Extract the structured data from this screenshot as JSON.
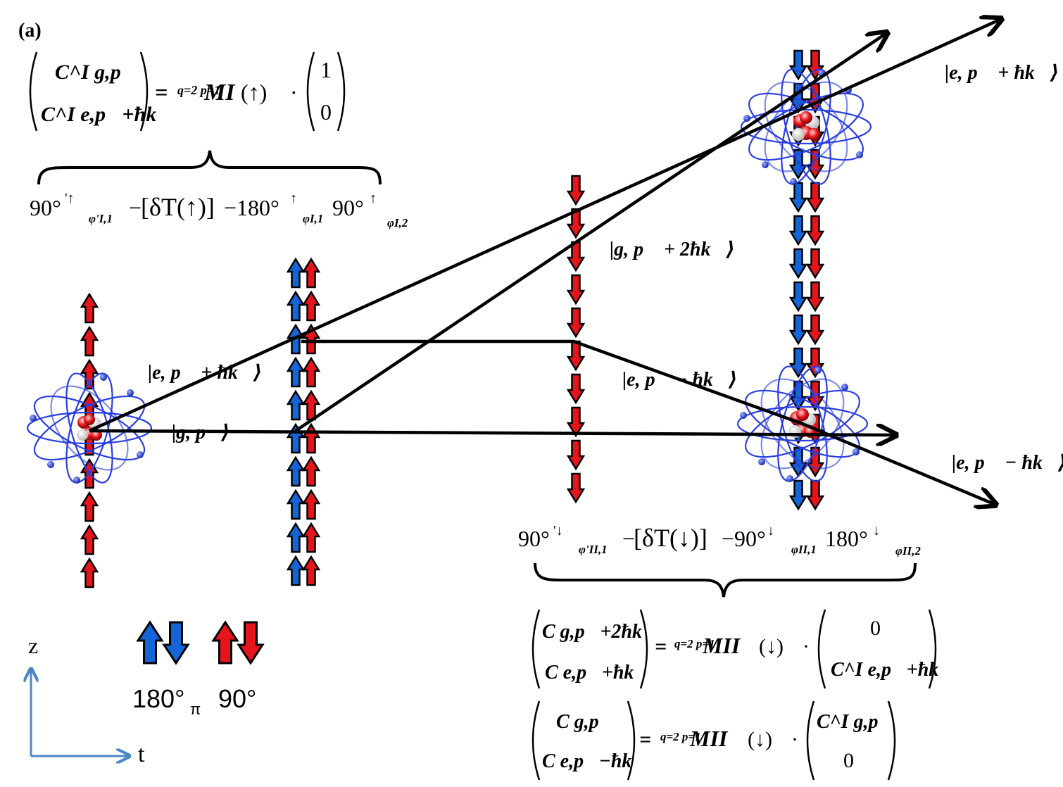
{
  "panel_label": "(a)",
  "colors": {
    "blue": "#1565d8",
    "red": "#e8141c",
    "orbit": "#2a3ee0",
    "axis": "#4a86c6",
    "line": "#000000"
  },
  "states": {
    "e_p_plus_hk": "|e, p⃗ + ħk⃗⟩",
    "g_p": "|g, p⃗⟩",
    "g_p_plus_2hk": "|g, p⃗ + 2ħk⃗⟩",
    "e_p_minus_hk": "|e, p⃗ − ħk⃗⟩"
  },
  "equation_I": {
    "lhs_top": "C^I g,p⃗",
    "lhs_bottom": "C^I e,p⃗+ħk⃗",
    "eq": "=",
    "product": "q=2 p=1",
    "operator": "MI",
    "spin": "(↑)",
    "dot": "·",
    "vec_top": "1",
    "vec_bottom": "0"
  },
  "sequence_I": {
    "a": "90°",
    "a_sup": "'↑",
    "a_sub": "φ'I,1",
    "dash": "−",
    "delay": "[δT(↑)]",
    "b": "−180°",
    "b_sup": "↑",
    "b_sub": "φI,1",
    "c": "90°",
    "c_sup": "↑",
    "c_sub": "φI,2"
  },
  "sequence_II": {
    "a": "90°",
    "a_sup": "'↓",
    "a_sub": "φ'II,1",
    "dash": "−",
    "delay": "[δT(↓)]",
    "b": "−90°",
    "b_sup": "↓",
    "b_sub": "φII,1",
    "c": "180°",
    "c_sup": "↓",
    "c_sub": "φII,2"
  },
  "equation_II_a": {
    "lhs_top": "C g,p⃗+2ħk⃗",
    "lhs_bottom": "C e,p⃗+ħk⃗",
    "eq": "=",
    "product": "q=2 p=1",
    "operator": "MII",
    "spin": "(↓)",
    "dot": "·",
    "vec_top": "0",
    "vec_bottom": "C^I e,p⃗+ħk⃗"
  },
  "equation_II_b": {
    "lhs_top": "C g,p⃗",
    "lhs_bottom": "C e,p⃗−ħk⃗",
    "eq": "=",
    "product": "q=2 p=1",
    "operator": "MII",
    "spin": "(↓)",
    "dot": "·",
    "vec_top": "C^I g,p⃗",
    "vec_bottom": "0"
  },
  "legend": {
    "pi_label": "180°",
    "pi_sub": "π",
    "half_pi_label": "90°"
  },
  "axes": {
    "vertical": "z",
    "horizontal": "t"
  }
}
